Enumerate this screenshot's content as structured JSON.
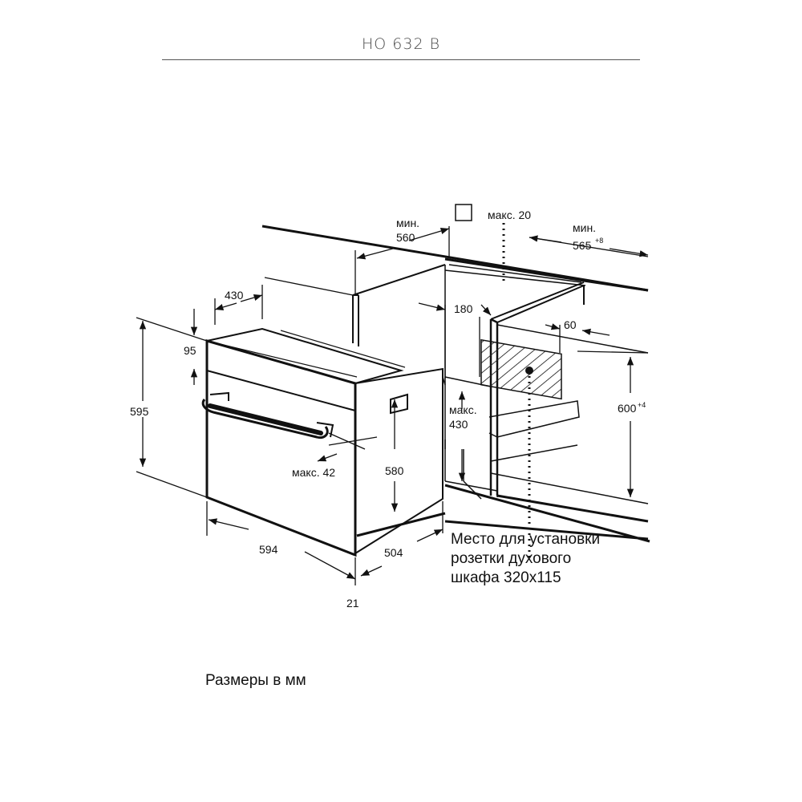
{
  "title": "HO 632 B",
  "dimensions": {
    "min_560_a": "мин.",
    "min_560_b": "560",
    "max_20": "макс. 20",
    "min_565_a": "мин.",
    "min_565_b": "565",
    "min_565_sup": "+8",
    "d430_top": "430",
    "d180": "180",
    "d60": "60",
    "d95": "95",
    "d595": "595",
    "max430_a": "макс.",
    "max430_b": "430",
    "d600": "600",
    "d600_sup": "+4",
    "max42": "макс. 42",
    "d580": "580",
    "d594": "594",
    "d504": "504",
    "d21": "21"
  },
  "socket_note": [
    "Место для установки",
    "розетки духового",
    "шкафа 320x115"
  ],
  "units_note": "Размеры в мм"
}
